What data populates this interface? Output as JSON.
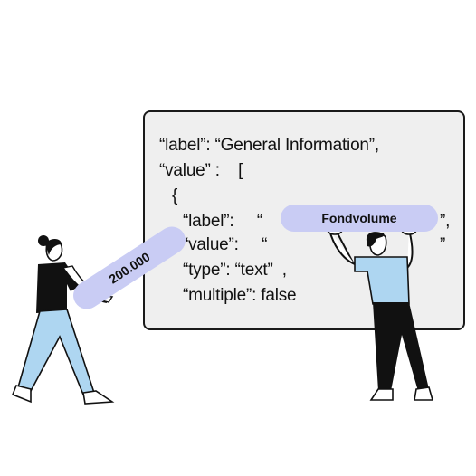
{
  "code": {
    "line1": "“label”: “General Information”,",
    "line2": "“value” :    [",
    "line3": "{",
    "line4_a": "“label”:     “",
    "line4_b": "”,",
    "line5_a": "“value”:     “",
    "line5_b": "”",
    "line6": "“type”: “text”  ,",
    "line7": "“multiple”: false"
  },
  "tags": {
    "label_value": "Fondvolume",
    "value_value": "200.000"
  },
  "colors": {
    "panel": "#efefef",
    "pill": "#c9ccf4",
    "shirt_blue": "#aed6f1",
    "dark": "#111111"
  }
}
